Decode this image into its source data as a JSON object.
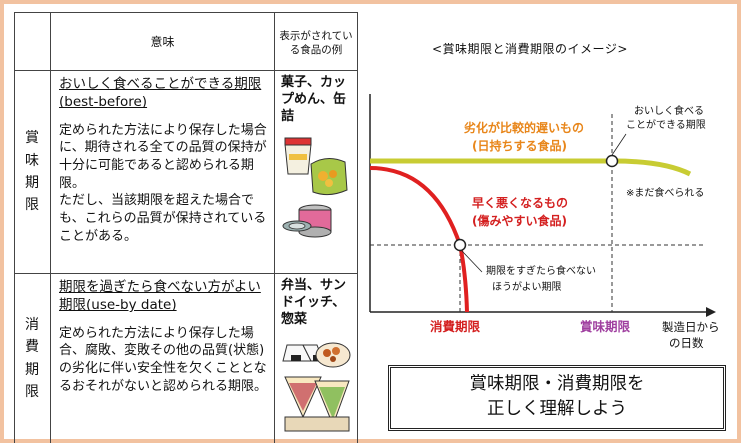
{
  "table": {
    "header_meaning": "意味",
    "header_examples": "表示がされている食品の例",
    "rows": [
      {
        "label": [
          "賞",
          "味",
          "期",
          "限"
        ],
        "title": "おいしく食べることができる期限(best-before)",
        "description": "定められた方法により保存した場合に、期待される全ての品質の保持が十分に可能であると認められる期限。",
        "note": "ただし、当該期限を超えた場合でも、これらの品質が保持されていることがある。",
        "foods": "菓子、カップめん、缶詰"
      },
      {
        "label": [
          "消",
          "費",
          "期",
          "限"
        ],
        "title": "期限を過ぎたら食べない方がよい期限(use-by date)",
        "description": "定められた方法により保存した場合、腐敗、変敗その他の品質(状態)の劣化に伴い安全性を欠くこととなるおそれがないと認められる期限。",
        "foods": "弁当、サンドイッチ、惣菜"
      }
    ]
  },
  "chart": {
    "title": "<賞味期限と消費期限のイメージ>",
    "slow_label": [
      "劣化が比較的遅いもの",
      "(日持ちする食品)"
    ],
    "fast_label": [
      "早く悪くなるもの",
      "(傷みやすい食品)"
    ],
    "best_before_note": [
      "おいしく食べる",
      "ことができる期限"
    ],
    "still_edible_note": "※まだ食べられる",
    "use_by_note": [
      "期限をすぎたら食べない",
      "ほうがよい期限"
    ],
    "x_label_use_by": "消費期限",
    "x_label_best_before": "賞味期限",
    "x_axis_label": [
      "製造日から",
      "の日数"
    ],
    "colors": {
      "slow": "#c8cc33",
      "fast": "#e02020",
      "slow_text": "#e8861a",
      "fast_text": "#d42020",
      "best_text": "#a040a0"
    }
  },
  "banner": {
    "line1": "賞味期限・消費期限を",
    "line2": "正しく理解しよう"
  }
}
